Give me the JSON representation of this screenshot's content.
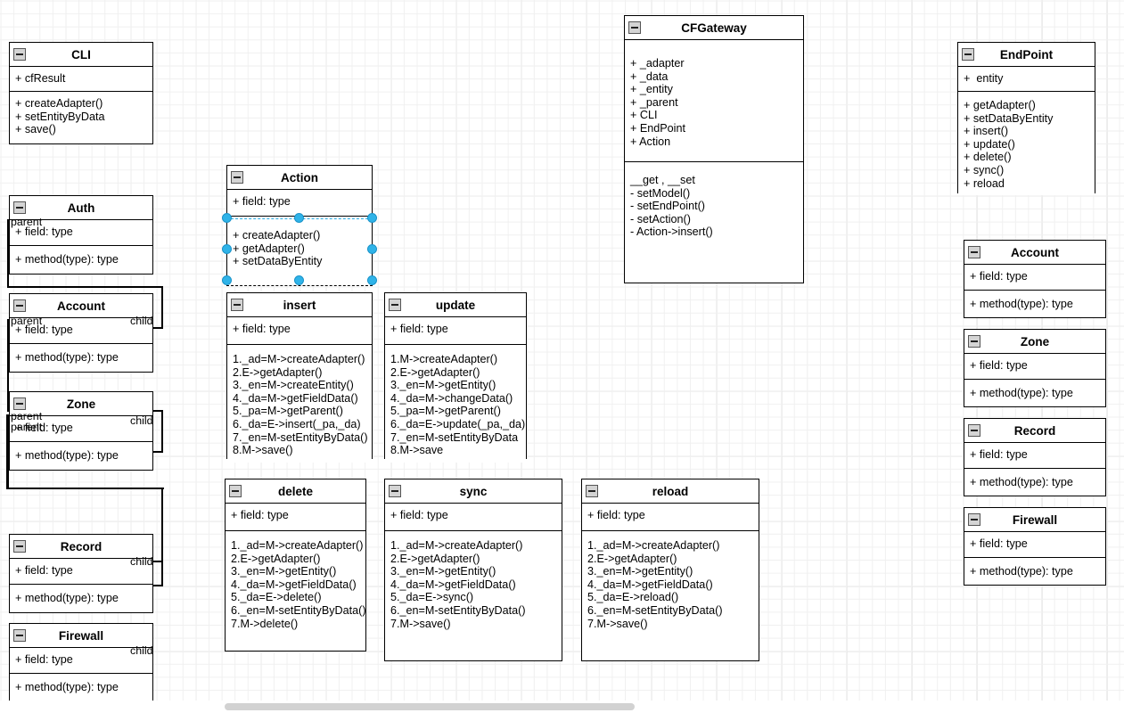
{
  "diagram": {
    "type": "uml-class-diagram",
    "icon": "collapse-minus-icon",
    "scrollbar": {
      "name": "horizontal-scrollbar"
    }
  },
  "classes": [
    {
      "id": "cli",
      "name": "CLI",
      "attributes": [
        "+ cfResult"
      ],
      "methods": [
        "+ createAdapter()",
        "+ setEntityByData",
        "+ save()"
      ]
    },
    {
      "id": "auth",
      "name": "Auth",
      "attributes": [
        "+ field: type"
      ],
      "methods": [
        "+ method(type): type"
      ]
    },
    {
      "id": "account-left",
      "name": "Account",
      "attributes": [
        "+ field: type"
      ],
      "methods": [
        "+ method(type): type"
      ]
    },
    {
      "id": "zone-left",
      "name": "Zone",
      "attributes": [
        "+ field: type"
      ],
      "methods": [
        "+ method(type): type"
      ]
    },
    {
      "id": "record-left",
      "name": "Record",
      "attributes": [
        "+ field: type"
      ],
      "methods": [
        "+ method(type): type"
      ]
    },
    {
      "id": "firewall-left",
      "name": "Firewall",
      "attributes": [
        "+ field: type"
      ],
      "methods": [
        "+ method(type): type"
      ]
    },
    {
      "id": "action",
      "name": "Action",
      "attributes": [
        "+ field: type"
      ],
      "methods": [
        "+ createAdapter()",
        "+ getAdapter()",
        "+ setDataByEntity"
      ],
      "selected": true
    },
    {
      "id": "insert",
      "name": "insert",
      "attributes": [
        "+ field: type"
      ],
      "methods": [
        "1._ad=M->createAdapter()",
        "2.E->getAdapter()",
        "3._en=M->createEntity()",
        "4._da=M->getFieldData()",
        "5._pa=M->getParent()",
        "6._da=E->insert(_pa,_da)",
        "7._en=M-setEntityByData()",
        "8.M->save()"
      ]
    },
    {
      "id": "update",
      "name": "update",
      "attributes": [
        "+ field: type"
      ],
      "methods": [
        "1.M->createAdapter()",
        "2.E->getAdapter()",
        "3._en=M->getEntity()",
        "4._da=M->changeData()",
        "5._pa=M->getParent()",
        "6._da=E->update(_pa,_da)",
        "7._en=M-setEntityByData",
        "8.M->save"
      ]
    },
    {
      "id": "delete",
      "name": "delete",
      "attributes": [
        "+ field: type"
      ],
      "methods": [
        "1._ad=M->createAdapter()",
        "2.E->getAdapter()",
        "3._en=M->getEntity()",
        "4._da=M->getFieldData()",
        "5._da=E->delete()",
        "6._en=M-setEntityByData()",
        "7.M->delete()"
      ]
    },
    {
      "id": "sync",
      "name": "sync",
      "attributes": [
        "+ field: type"
      ],
      "methods": [
        "1._ad=M->createAdapter()",
        "2.E->getAdapter()",
        "3._en=M->getEntity()",
        "4._da=M->getFieldData()",
        "5._da=E->sync()",
        "6._en=M-setEntityByData()",
        "7.M->save()"
      ]
    },
    {
      "id": "reload",
      "name": "reload",
      "attributes": [
        "+ field: type"
      ],
      "methods": [
        "1._ad=M->createAdapter()",
        "2.E->getAdapter()",
        "3._en=M->getEntity()",
        "4._da=M->getFieldData()",
        "5._da=E->reload()",
        "6._en=M-setEntityByData()",
        "7.M->save()"
      ]
    },
    {
      "id": "cfgateway",
      "name": "CFGateway",
      "attributes": [
        "+ _adapter",
        "+ _data",
        "+ _entity",
        "+ _parent",
        "+ CLI",
        "+ EndPoint",
        "+ Action"
      ],
      "methods": [
        "__get , __set",
        "- setModel()",
        "- setEndPoint()",
        "- setAction()",
        "- Action->insert()"
      ]
    },
    {
      "id": "endpoint",
      "name": "EndPoint",
      "attributes": [
        "+  entity"
      ],
      "methods": [
        "+ getAdapter()",
        "+ setDataByEntity",
        "+ insert()",
        "+ update()",
        "+ delete()",
        "+ sync()",
        "+ reload"
      ]
    },
    {
      "id": "account-right",
      "name": "Account",
      "attributes": [
        "+ field: type"
      ],
      "methods": [
        "+ method(type): type"
      ]
    },
    {
      "id": "zone-right",
      "name": "Zone",
      "attributes": [
        "+ field: type"
      ],
      "methods": [
        "+ method(type): type"
      ]
    },
    {
      "id": "record-right",
      "name": "Record",
      "attributes": [
        "+ field: type"
      ],
      "methods": [
        "+ method(type): type"
      ]
    },
    {
      "id": "firewall-right",
      "name": "Firewall",
      "attributes": [
        "+ field: type"
      ],
      "methods": [
        "+ method(type): type"
      ]
    }
  ],
  "edge_labels": [
    {
      "id": "auth-parent",
      "text": "parent"
    },
    {
      "id": "account-parent",
      "text": "parent"
    },
    {
      "id": "account-child",
      "text": "child"
    },
    {
      "id": "zone-parent-a",
      "text": "parent"
    },
    {
      "id": "zone-parent-b",
      "text": "parent"
    },
    {
      "id": "zone-child",
      "text": "child"
    },
    {
      "id": "record-child",
      "text": "child"
    },
    {
      "id": "firewall-child",
      "text": "child"
    }
  ],
  "colors": {
    "selection_handle": "#2fb3e8",
    "selection_border": "#000000",
    "box_border": "#000000",
    "grid_minor": "#f0f0f0",
    "grid_major": "#d9d9d9",
    "scrollbar_thumb": "#d2d2d2"
  }
}
